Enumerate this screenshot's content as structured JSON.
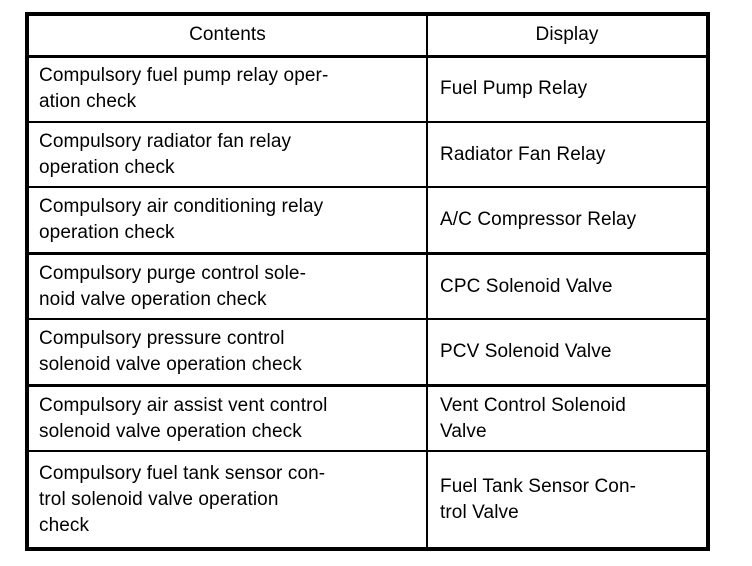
{
  "table": {
    "name": "diagnostic-active-test-table",
    "columns": [
      {
        "key": "contents",
        "header": "Contents"
      },
      {
        "key": "display",
        "header": "Display"
      }
    ],
    "rows": [
      {
        "contents": "Compulsory fuel pump relay oper-\nation check",
        "display": "Fuel Pump Relay"
      },
      {
        "contents": "Compulsory radiator fan relay\noperation check",
        "display": "Radiator Fan Relay"
      },
      {
        "contents": "Compulsory air conditioning relay\noperation check",
        "display": "A/C Compressor Relay"
      },
      {
        "contents": "Compulsory purge control sole-\nnoid valve operation check",
        "display": "CPC Solenoid Valve"
      },
      {
        "contents": "Compulsory pressure control\nsolenoid valve operation check",
        "display": "PCV Solenoid Valve"
      },
      {
        "contents": "Compulsory air assist vent control\nsolenoid valve operation check",
        "display": "Vent Control Solenoid\nValve"
      },
      {
        "contents": "Compulsory fuel tank sensor con-\ntrol solenoid valve operation\ncheck",
        "display": "Fuel Tank Sensor Con-\ntrol Valve"
      }
    ]
  },
  "colors": {
    "background": "#ffffff",
    "text": "#000000",
    "border": "#000000"
  }
}
